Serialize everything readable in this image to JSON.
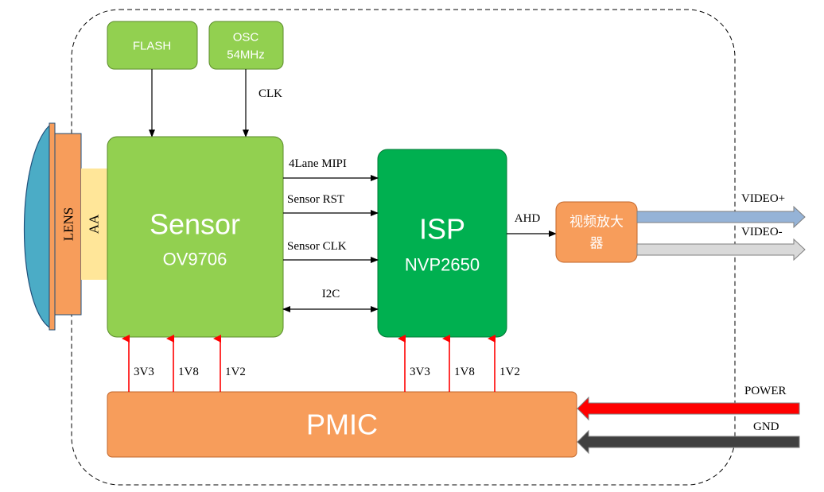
{
  "colors": {
    "light_green": "#92D050",
    "dark_green": "#00B050",
    "orange": "#F79D5B",
    "cream": "#FFE699",
    "lens_blue": "#4BACC6",
    "arrow_red": "#FF0000",
    "video_plus": "#95B3D7",
    "video_minus": "#D9D9D9",
    "gnd": "#404040"
  },
  "blocks": {
    "flash": "FLASH",
    "osc_line1": "OSC",
    "osc_line2": "54MHz",
    "sensor_title": "Sensor",
    "sensor_model": "OV9706",
    "isp_title": "ISP",
    "isp_model": "NVP2650",
    "amp_line1": "视频放大",
    "amp_line2": "器",
    "pmic": "PMIC",
    "lens": "LENS",
    "aa": "AA"
  },
  "signals": {
    "clk": "CLK",
    "mipi": "4Lane MIPI",
    "rst": "Sensor RST",
    "sclk": "Sensor CLK",
    "i2c": "I2C",
    "ahd": "AHD",
    "video_plus": "VIDEO+",
    "video_minus": "VIDEO-",
    "power": "POWER",
    "gnd": "GND"
  },
  "rails": {
    "sensor": [
      "3V3",
      "1V8",
      "1V2"
    ],
    "isp": [
      "3V3",
      "1V8",
      "1V2"
    ]
  }
}
